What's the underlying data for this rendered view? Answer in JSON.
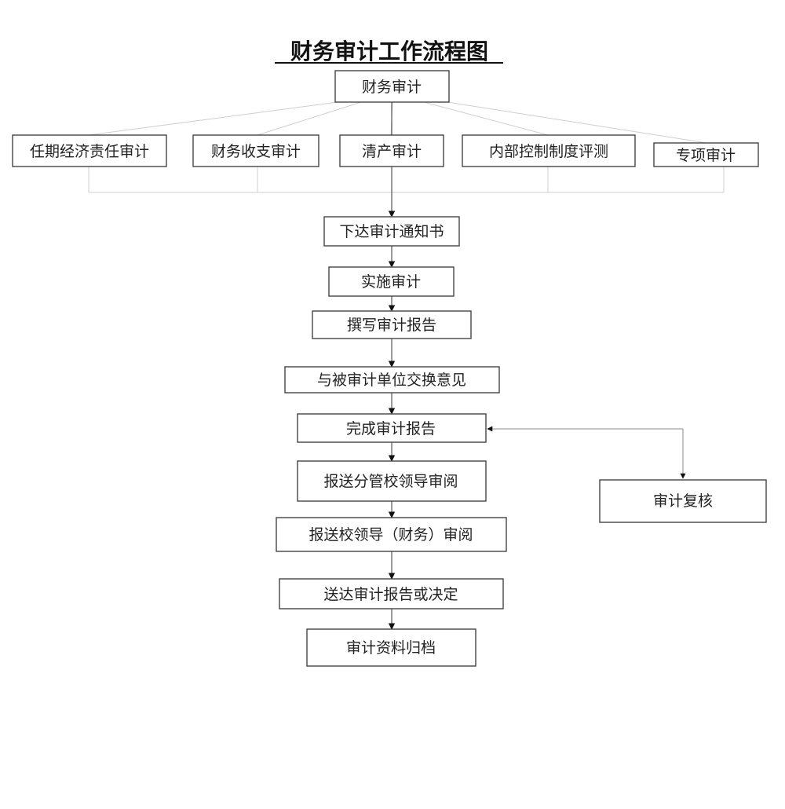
{
  "title": "财务审计工作流程图",
  "nodes": {
    "root": "财务审计",
    "types": [
      "任期经济责任审计",
      "财务收支审计",
      "清产审计",
      "内部控制制度评测",
      "专项审计"
    ],
    "notice": "下达审计通知书",
    "implement": "实施审计",
    "draft": "撰写审计报告",
    "exchange": "与被审计单位交换意见",
    "complete": "完成审计报告",
    "review_branch": "报送分管校领导审阅",
    "review_finance": "报送校领导（财务）审阅",
    "deliver": "送达审计报告或决定",
    "archive": "审计资料归档",
    "recheck": "审计复核"
  }
}
